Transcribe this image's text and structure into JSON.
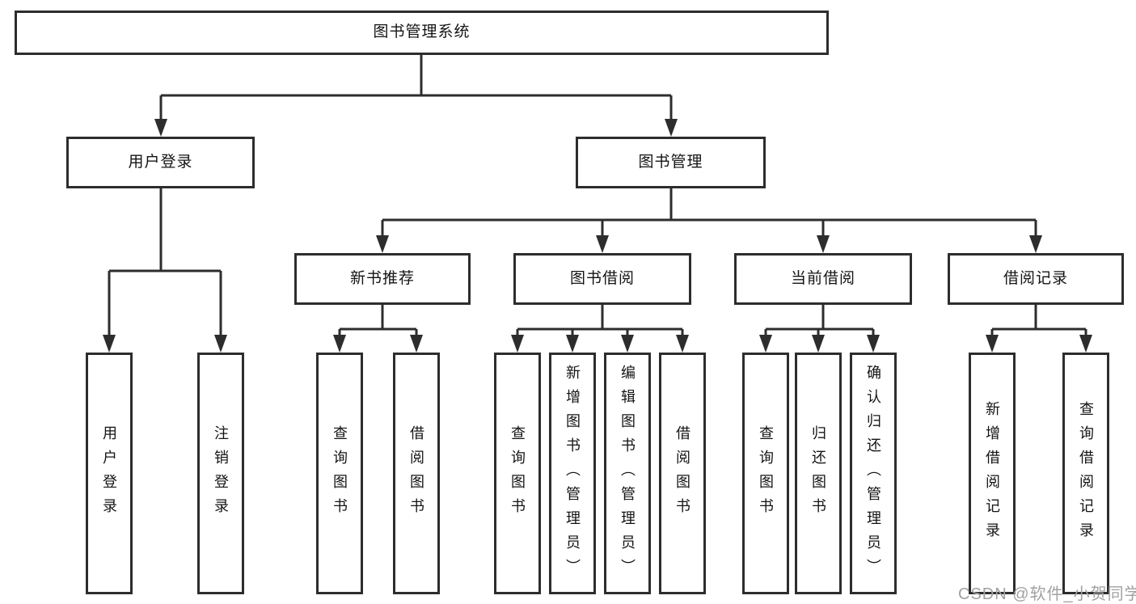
{
  "colors": {
    "background": "#ffffff",
    "line": "#2d2d2d",
    "box_border": "#2d2d2d",
    "text": "#141414",
    "watermark": "#a3a0a0"
  },
  "watermark": {
    "text": "CSDN @软件_小贺同学"
  },
  "tree": {
    "root": {
      "label": "图书管理系统"
    },
    "branches": [
      {
        "label": "用户登录",
        "children": [
          {
            "label": "用户登录"
          },
          {
            "label": "注销登录"
          }
        ]
      },
      {
        "label": "图书管理",
        "children": [
          {
            "label": "新书推荐",
            "children": [
              {
                "label": "查询图书"
              },
              {
                "label": "借阅图书"
              }
            ]
          },
          {
            "label": "图书借阅",
            "children": [
              {
                "label": "查询图书"
              },
              {
                "label": "新增图书（管理员）"
              },
              {
                "label": "编辑图书（管理员）"
              },
              {
                "label": "借阅图书"
              }
            ]
          },
          {
            "label": "当前借阅",
            "children": [
              {
                "label": "查询图书"
              },
              {
                "label": "归还图书"
              },
              {
                "label": "确认归还（管理员）"
              }
            ]
          },
          {
            "label": "借阅记录",
            "children": [
              {
                "label": "新增借阅记录"
              },
              {
                "label": "查询借阅记录"
              }
            ]
          }
        ]
      }
    ]
  }
}
